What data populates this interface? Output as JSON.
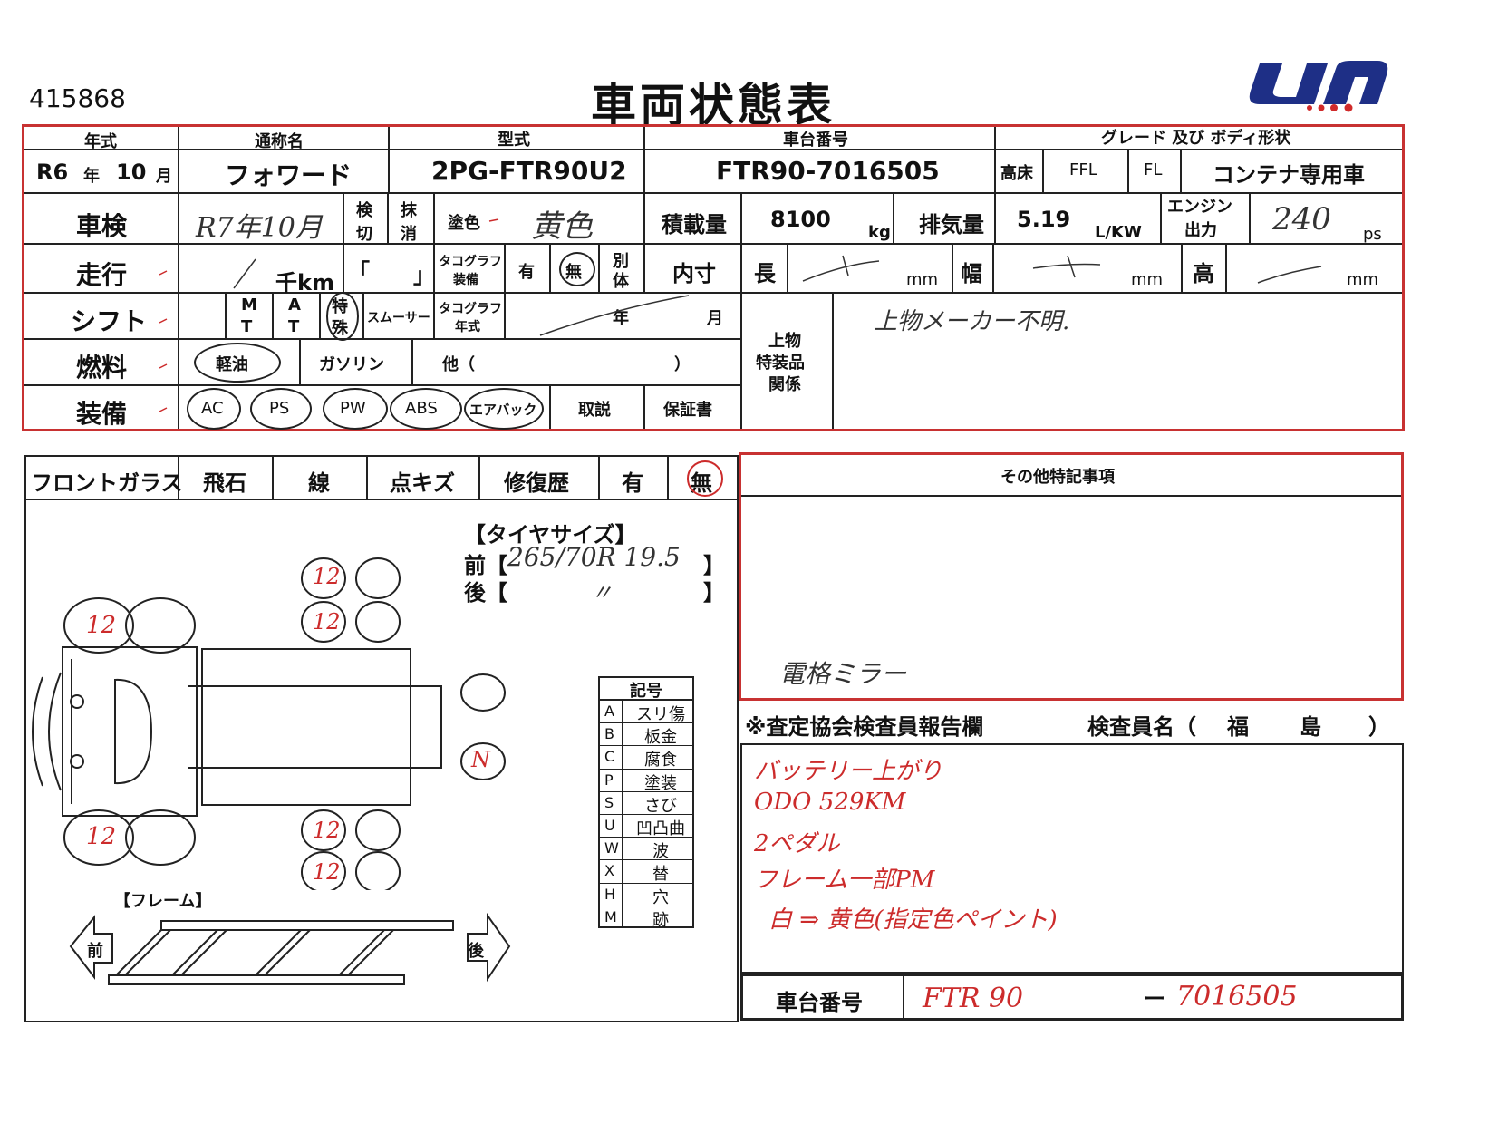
{
  "doc": {
    "id": "415868",
    "title": "車両状態表",
    "logo_colors": {
      "blue": "#1e2f86",
      "red": "#d02a2a"
    }
  },
  "headers": {
    "nenshiki": "年式",
    "tsusho": "通称名",
    "kata": "型式",
    "daiban": "車台番号",
    "grade": "グレード 及び ボディ形状"
  },
  "row1": {
    "era": "R6",
    "nen": "年",
    "month": "10",
    "getsu": "月",
    "name": "フォワード",
    "model": "2PG-FTR90U2",
    "chassis": "FTR90-7016505",
    "takadoko": "高床",
    "ffl": "FFL",
    "fl": "FL",
    "body": "コンテナ専用車"
  },
  "shaken": {
    "label": "車検",
    "value": "R7年10月",
    "kengiri_a": "検",
    "kengiri_b": "切",
    "masshou_a": "抹",
    "masshou_b": "消",
    "tosyoku": "塗色",
    "color": "黄色",
    "sekisai": "積載量",
    "sekisai_val": "8100",
    "kg": "kg",
    "haiki": "排気量",
    "haiki_val": "5.19",
    "lkw": "L/KW",
    "engine_a": "エンジン",
    "engine_b": "出力",
    "engine_val": "240",
    "ps": "ps"
  },
  "soukou": {
    "label": "走行",
    "km": "千km",
    "bracket_l": "「",
    "bracket_r": "」",
    "tacho_a": "タコグラフ",
    "tacho_b": "装備",
    "ari": "有",
    "nashi": "無",
    "betsu_a": "別",
    "betsu_b": "体",
    "naisun": "内寸",
    "naga": "長",
    "haba": "幅",
    "taka": "高",
    "mm": "mm"
  },
  "shift": {
    "label": "シフト",
    "m": "M",
    "t": "T",
    "a": "A",
    "t2": "T",
    "toku_a": "特",
    "toku_b": "殊",
    "smoother": "スムーサー",
    "tacho_a": "タコグラフ",
    "tacho_b": "年式",
    "nen": "年",
    "getsu": "月"
  },
  "fuel": {
    "label": "燃料",
    "keiyu": "軽油",
    "gasoline": "ガソリン",
    "other": "他（",
    "close": "）"
  },
  "soubi": {
    "label": "装備",
    "ac": "AC",
    "ps": "PS",
    "pw": "PW",
    "abs": "ABS",
    "airbag": "エアバック",
    "torisetsu": "取説",
    "hosho": "保証書"
  },
  "uwamono": {
    "label_a": "上物",
    "label_b": "特装品",
    "label_c": "関係",
    "note": "上物メーカー不明."
  },
  "glass": {
    "label": "フロントガラス",
    "hiseki": "飛石",
    "sen": "線",
    "tenkizu": "点キズ",
    "shufuku": "修復歴",
    "ari": "有",
    "nashi": "無"
  },
  "tire": {
    "title": "【タイヤサイズ】",
    "mae": "前【",
    "mae_val": "265/70R 19.5",
    "mae_close": "】",
    "ushiro": "後【",
    "ushiro_val": "〃",
    "ushiro_close": "】",
    "marks": [
      "12",
      "12",
      "12",
      "12",
      "N",
      "12",
      "12"
    ]
  },
  "frame": {
    "title": "【フレーム】",
    "mae": "前",
    "ushiro": "後"
  },
  "legend": {
    "title": "記号",
    "rows": [
      {
        "k": "A",
        "v": "スリ傷"
      },
      {
        "k": "B",
        "v": "板金"
      },
      {
        "k": "C",
        "v": "腐食"
      },
      {
        "k": "P",
        "v": "塗装"
      },
      {
        "k": "S",
        "v": "さび"
      },
      {
        "k": "U",
        "v": "凹凸曲"
      },
      {
        "k": "W",
        "v": "波"
      },
      {
        "k": "X",
        "v": "替"
      },
      {
        "k": "H",
        "v": "穴"
      },
      {
        "k": "M",
        "v": "跡"
      }
    ]
  },
  "tokki": {
    "title": "その他特記事項",
    "note": "電格ミラー"
  },
  "report": {
    "title": "※査定協会検査員報告欄",
    "inspector_label": "検査員名（",
    "inspector_a": "福",
    "inspector_b": "島",
    "inspector_close": "）",
    "lines": [
      "バッテリー上がり",
      "ODO 529KM",
      "2ペダル",
      "フレーム一部PM",
      "白 ⇒ 黄色(指定色ペイント)"
    ]
  },
  "footer": {
    "label": "車台番号",
    "val_a": "FTR 90",
    "dash": "ー",
    "val_b": "7016505"
  }
}
